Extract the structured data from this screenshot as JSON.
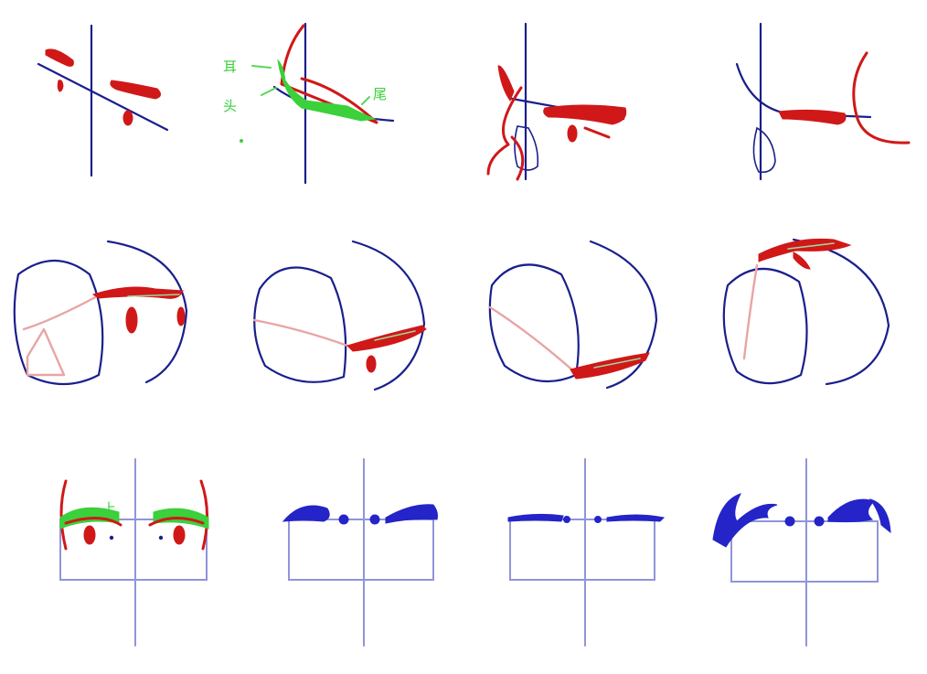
{
  "annotations": {
    "head": "头",
    "tail": "尾",
    "ear_mark": "耳",
    "up_mark": "上"
  },
  "colors": {
    "guide_blue": "#1a1f8c",
    "stroke_red": "#d01818",
    "helper_green": "#3ad13a",
    "helper_pink": "#e8a5a5",
    "guide_lavender": "#8f95d8",
    "brow_blue": "#2424c8"
  },
  "panels": {
    "row1": [
      "eye-angle-cross",
      "brow-head-tail-annotated",
      "side-profile-brow",
      "three-quarter-brow"
    ],
    "row2": [
      "head-sphere-left-turn",
      "head-sphere-down-turn",
      "head-sphere-low-angle",
      "head-sphere-high-angle"
    ],
    "row3": [
      "front-eye-brow-guide",
      "brow-shape-a",
      "brow-shape-b",
      "brow-shape-c"
    ]
  }
}
